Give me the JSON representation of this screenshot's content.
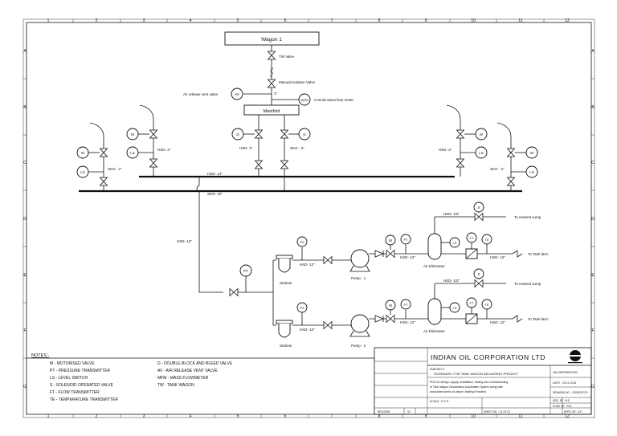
{
  "grid": {
    "columns": [
      "1",
      "2",
      "3",
      "4",
      "5",
      "6",
      "7",
      "8",
      "9",
      "10",
      "11",
      "12"
    ],
    "rows": [
      "A",
      "B",
      "C",
      "D",
      "E",
      "F",
      "G"
    ]
  },
  "equipment": {
    "wagon": "Wagon 1",
    "manifold": "Manifold",
    "pump1": "Pump - 1",
    "pump2": "Pump - 2",
    "strainer": "Strainer",
    "air_eliminator": "Air Eliminator"
  },
  "instruments": {
    "AV": "AV",
    "MFM": "MFM",
    "M": "M",
    "LS": "LS",
    "D": "D",
    "S": "S",
    "PS": "PS",
    "PT": "PT",
    "FT": "FT",
    "TE": "TE"
  },
  "labels": {
    "tw_valve": "TW Valve",
    "manual_isolation": "Manual Isolation Valve",
    "three_inch": "3\"",
    "air_release": "Air release vent valve",
    "coriolis": "Coriolis Mass flow meter",
    "hsd2": "HSD- 2\"",
    "sko2": "SKO - 2\"",
    "hsd3": "HSD- 3\"",
    "sko3": "SKO - 3\"",
    "hsd14": "HSD- 14\"",
    "sko10": "SKO- 10\"",
    "hsd12": "HSD- 12\"",
    "hsd_half": "HSD- 1/2\"",
    "nearest_sump": "To nearest sump",
    "tank_farm": "To Tank farm"
  },
  "notes": {
    "title": "NOTES:-",
    "left": [
      "M - MOTORISED VALVE",
      "PT - PRESSURE TRANSMITTER",
      "LS - LEVEL SWITCH",
      "S - SOLENOID OPERATED VALVE",
      "FT - FLOW TRANSMITTER",
      "TE - TEMPERATURE TRANSMITTER"
    ],
    "right": [
      "D - DOUBLE BLOCK AND BLEED VALVE",
      "AV - AIR RELEASE VENT VALVE",
      "MFM - MASS FLOWMETER",
      "TW - TANK WAGON"
    ]
  },
  "title_block": {
    "company": "INDIAN OIL CORPORATION LTD",
    "subject_label": "SUBJECT:-",
    "subject": "SCHEMATIC FOR TANK WAGON DECANTING PROJECT",
    "description_lines": [
      "PDC for design, supply, installation, testing and commissioning",
      "of Tank Wagon Decantation Automation System along with",
      "associated works at Jaysel, Madhya Pradesh."
    ],
    "ref": "JM-DEP/DRG/001",
    "date": "DATE : 20.11.2015",
    "drawing_no": "DRAWING NO. : SG/BO/07/T0",
    "scale": "SCALE : N.T.S.",
    "drawn_by": "DRG. BY : B.S.",
    "checked_by": "CHKD. BY : R.R.",
    "revision": "REVISION",
    "rev_no": "00",
    "sheet": "SHEET NO. : 01 OF 01",
    "approved": "APPD. BY : A.P."
  }
}
